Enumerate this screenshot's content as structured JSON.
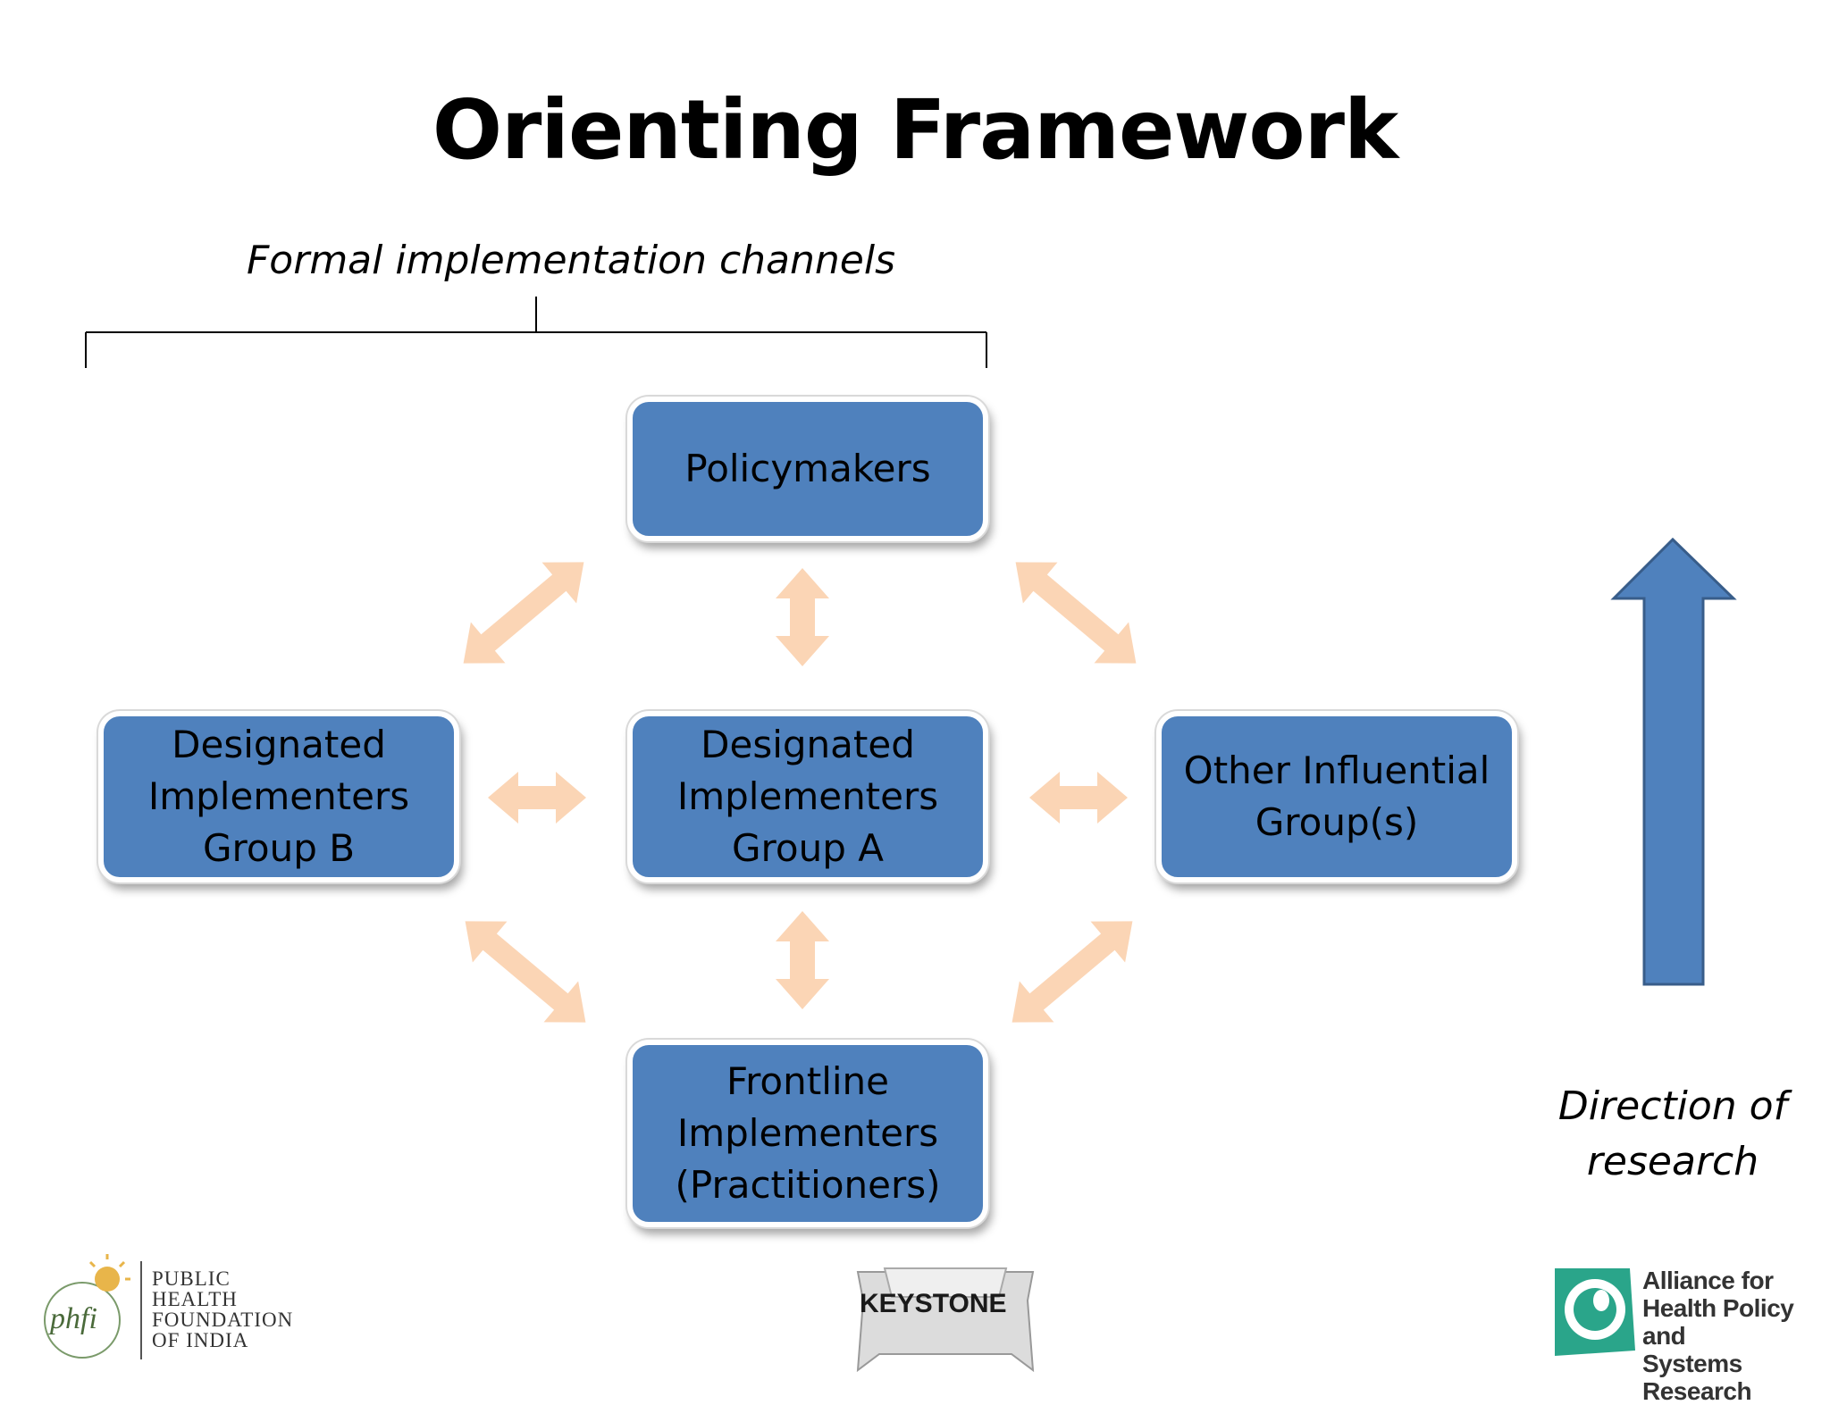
{
  "title": "Orienting Framework",
  "bracket_label": "Formal implementation channels",
  "nodes": {
    "policymakers": "Policymakers",
    "group_b": "Designated\nImplementers\nGroup B",
    "group_a": "Designated\nImplementers\nGroup A",
    "other": "Other Influential\nGroup(s)",
    "frontline": "Frontline\nImplementers\n(Practitioners)"
  },
  "direction_label": "Direction of\nresearch",
  "logos": {
    "phfi_mark": "phfi",
    "phfi_text": "PUBLIC\nHEALTH\nFOUNDATION\nOF INDIA",
    "keystone": "KEYSTONE",
    "alliance_text": "Alliance for\nHealth Policy and\nSystems Research"
  },
  "colors": {
    "node_fill": "#4f81bd",
    "connector_arrow": "#fbd5b5",
    "direction_arrow": "#4f81bd",
    "direction_arrow_border": "#385d8a"
  }
}
